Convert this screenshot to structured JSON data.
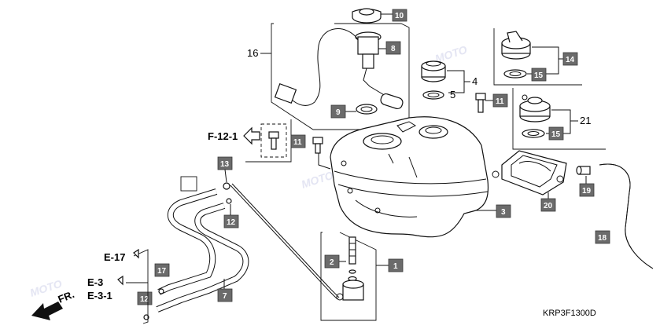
{
  "callouts": {
    "c10": "10",
    "c8": "8",
    "c9": "9",
    "c11a": "11",
    "c11b": "11",
    "c14": "14",
    "c15a": "15",
    "c15b": "15",
    "c13": "13",
    "c12a": "12",
    "c12b": "12",
    "c17": "17",
    "c7": "7",
    "c3": "3",
    "c20": "20",
    "c19": "19",
    "c18": "18",
    "c2": "2",
    "c1": "1"
  },
  "labels": {
    "l16": "16",
    "l4": "4",
    "l5": "5",
    "l21": "21"
  },
  "refs": {
    "f12": "F-12-1",
    "e17": "E-17",
    "e3": "E-3",
    "e31": "E-3-1",
    "fr": "FR."
  },
  "diagram_code": "KRP3F1300D",
  "watermark": "MOTO",
  "colors": {
    "callout_fill": "#6b6b6b",
    "line": "#111111",
    "watermark": "#c8cbe6"
  }
}
